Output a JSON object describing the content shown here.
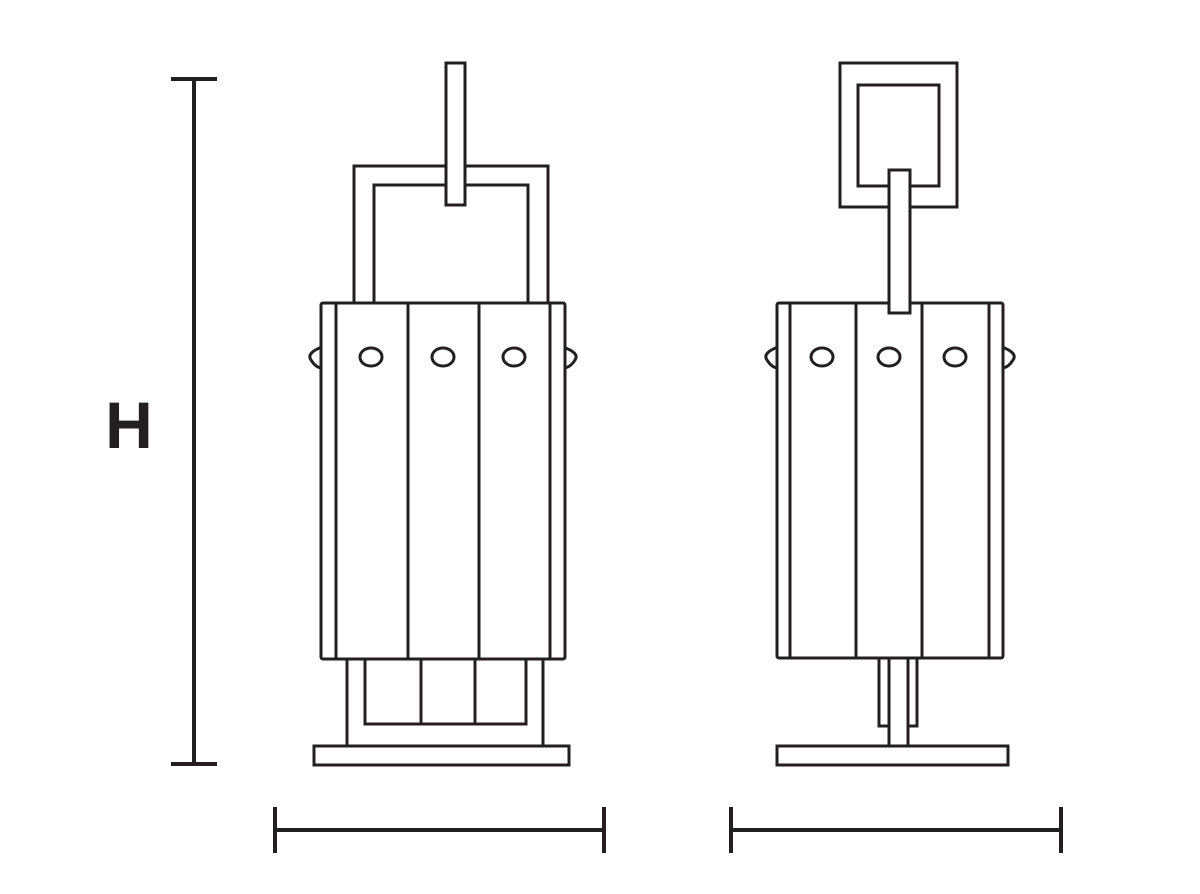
{
  "labels": {
    "height": "H"
  },
  "colors": {
    "line": "#231f20",
    "background": "#ffffff"
  },
  "views": [
    "front-view",
    "side-view"
  ]
}
